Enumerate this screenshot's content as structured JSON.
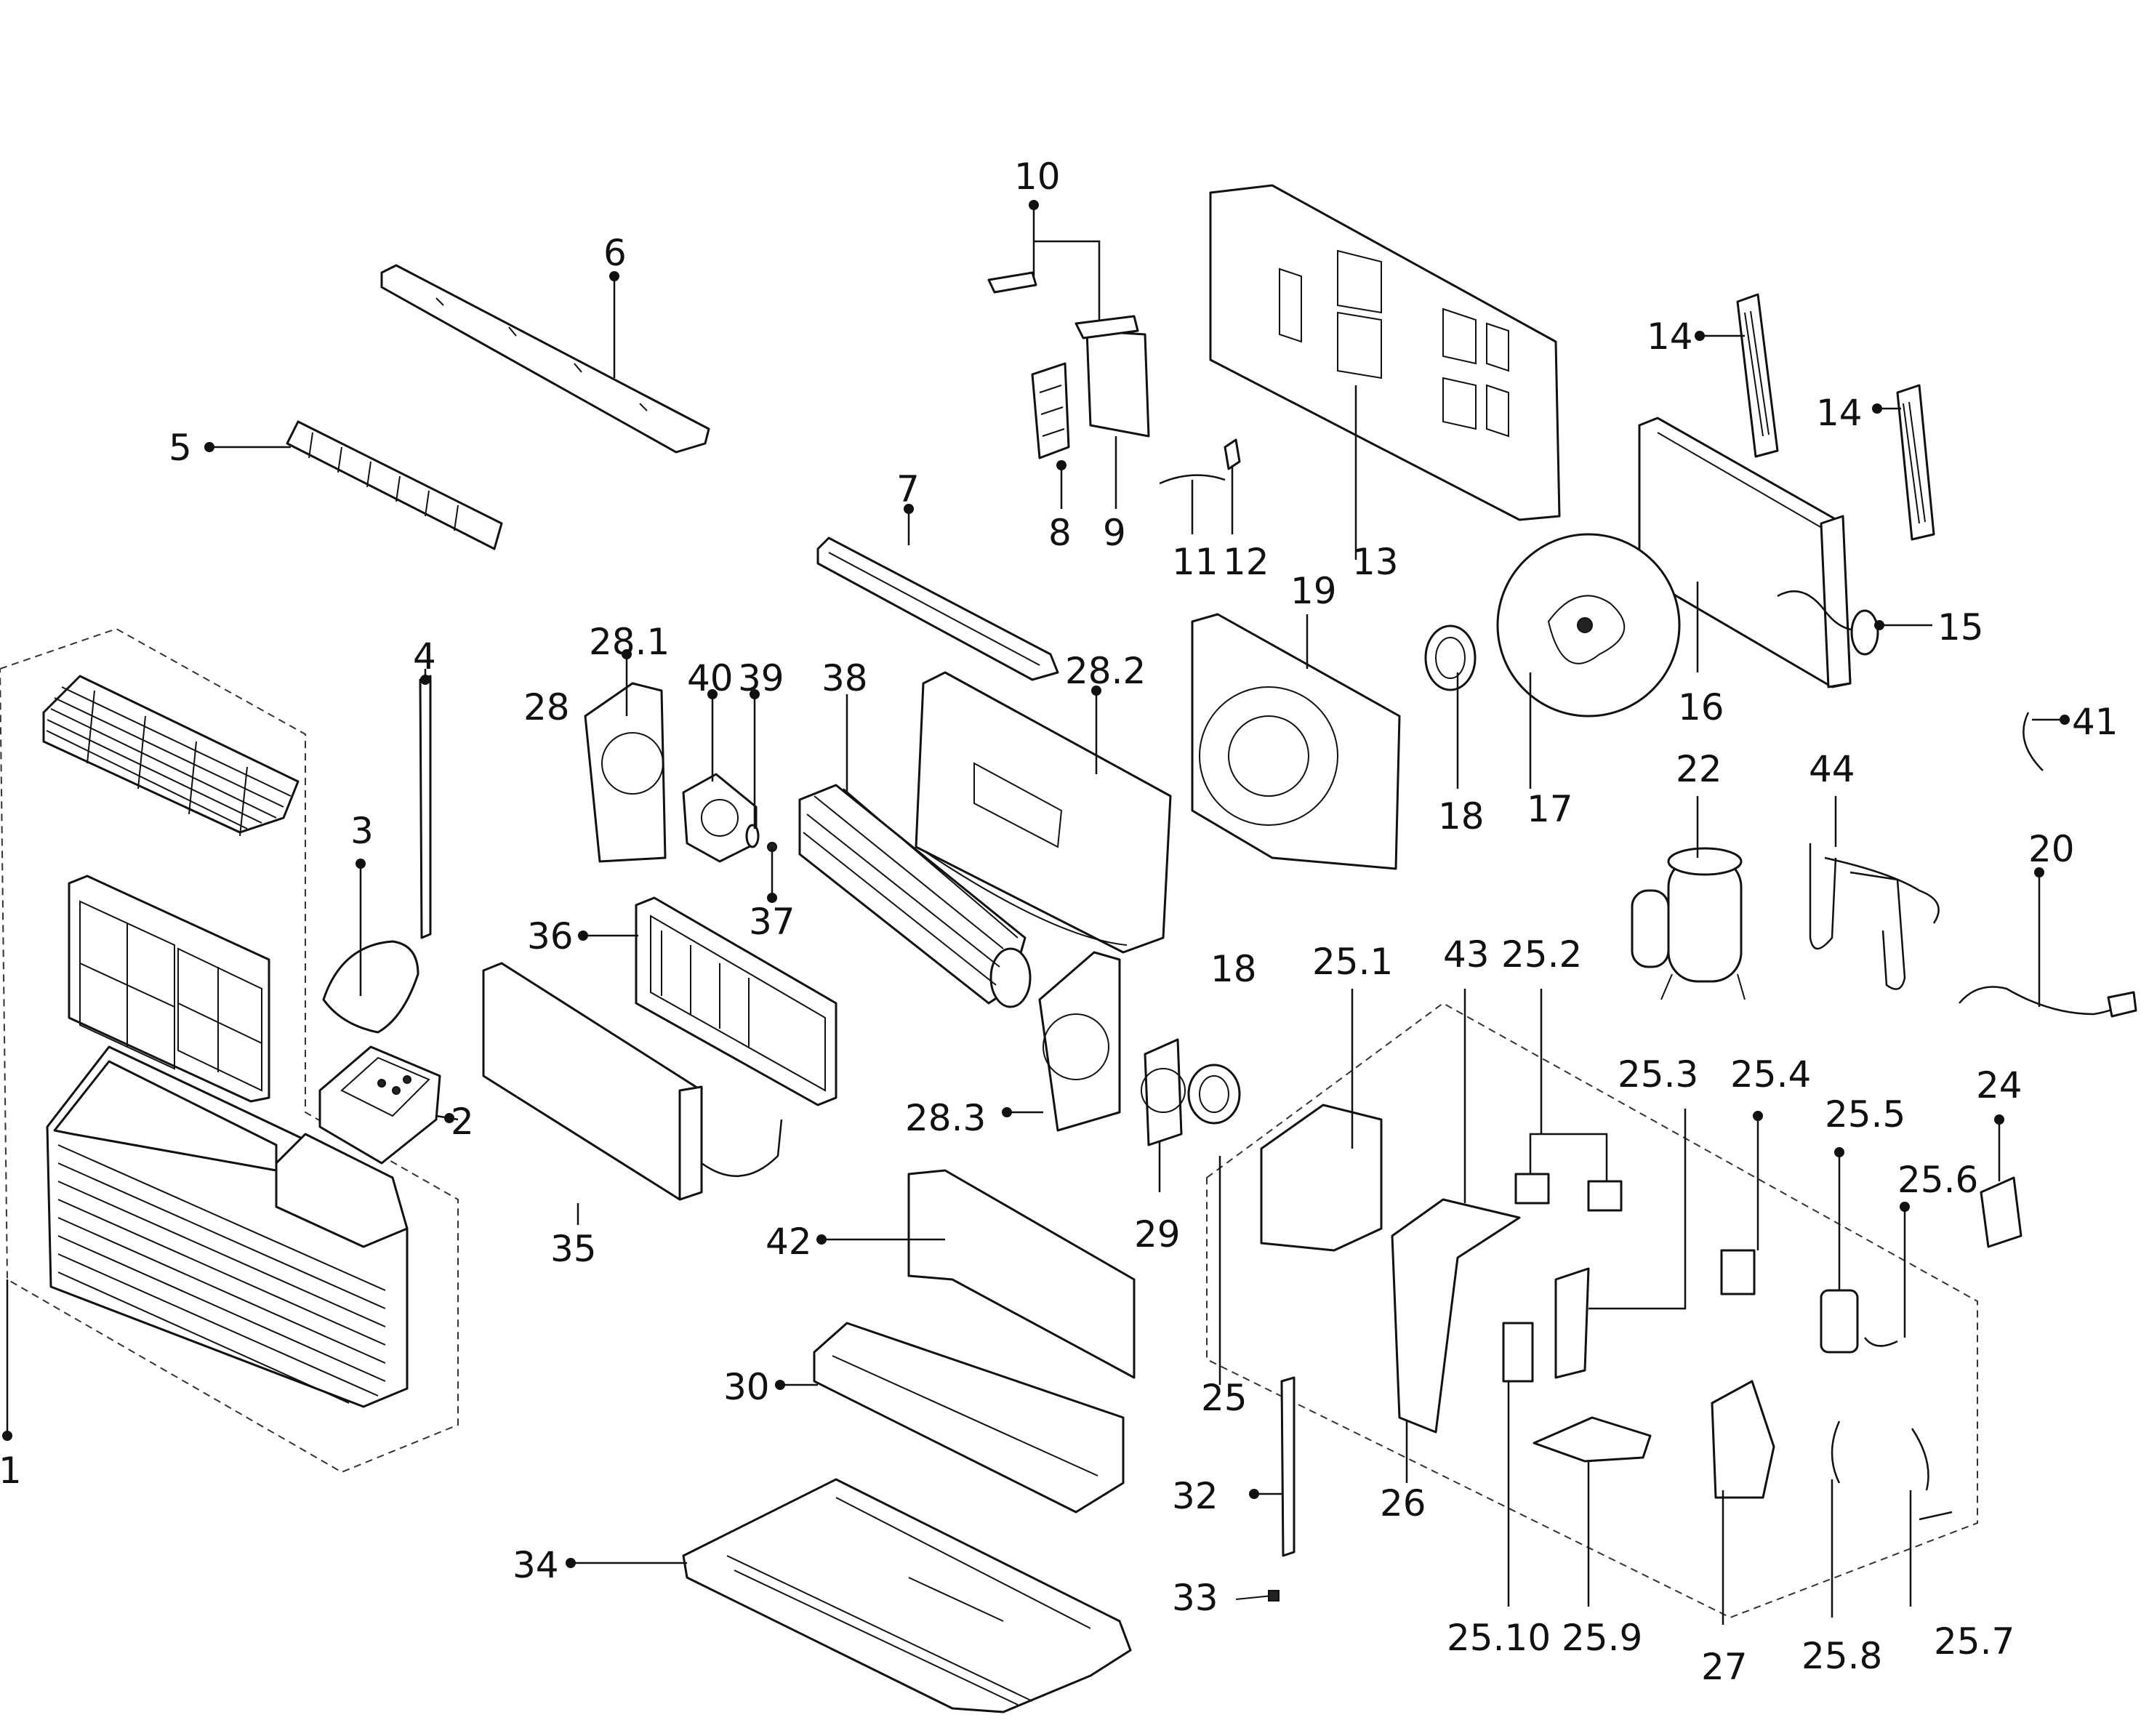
{
  "labels": {
    "p1": "1",
    "p2": "2",
    "p3": "3",
    "p4": "4",
    "p5": "5",
    "p6": "6",
    "p7": "7",
    "p8": "8",
    "p9": "9",
    "p10": "10",
    "p11": "11",
    "p12": "12",
    "p13": "13",
    "p14a": "14",
    "p14b": "14",
    "p15": "15",
    "p16": "16",
    "p17": "17",
    "p18a": "18",
    "p18b": "18",
    "p19": "19",
    "p20": "20",
    "p22": "22",
    "p24": "24",
    "p25": "25",
    "p25_1": "25.1",
    "p25_2": "25.2",
    "p25_3": "25.3",
    "p25_4": "25.4",
    "p25_5": "25.5",
    "p25_6": "25.6",
    "p25_7": "25.7",
    "p25_8": "25.8",
    "p25_9": "25.9",
    "p25_10": "25.10",
    "p26": "26",
    "p27": "27",
    "p28": "28",
    "p28_1": "28.1",
    "p28_2": "28.2",
    "p28_3": "28.3",
    "p29": "29",
    "p30": "30",
    "p32": "32",
    "p33": "33",
    "p34": "34",
    "p35": "35",
    "p36": "36",
    "p37": "37",
    "p38": "38",
    "p39": "39",
    "p40": "40",
    "p41": "41",
    "p42": "42",
    "p43": "43",
    "p44": "44"
  }
}
